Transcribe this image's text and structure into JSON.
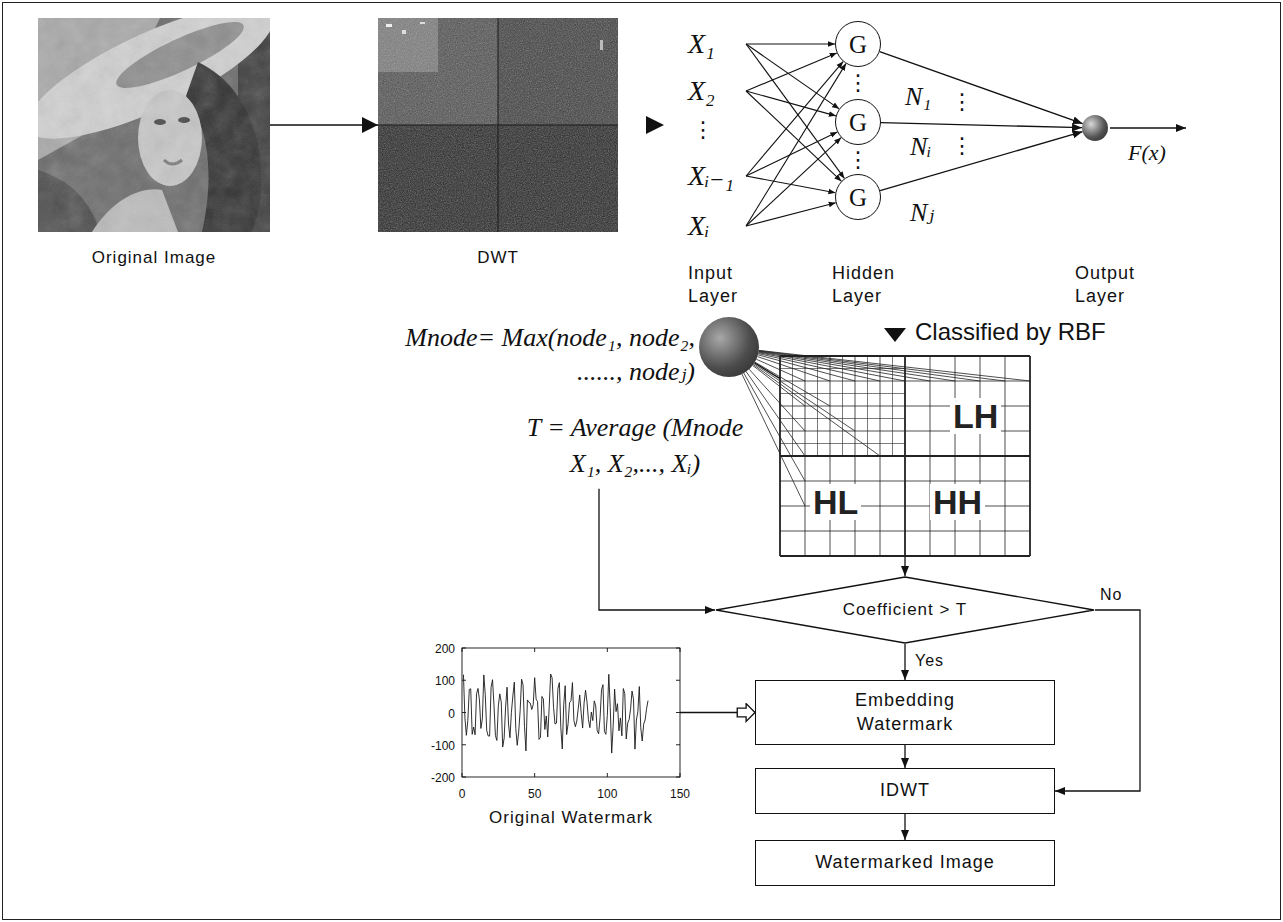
{
  "diagram": {
    "nodes": [
      {
        "text": [
          "Original Image"
        ]
      },
      {
        "text": [
          "DWT"
        ]
      },
      {
        "text": [
          "G"
        ]
      },
      {
        "text": [
          "G"
        ]
      },
      {
        "text": [
          "G"
        ]
      },
      {
        "text": [
          "F(x)"
        ]
      },
      {
        "text": [
          "Mnode= Max(node₁, node₂, ......, nodeⱼ)"
        ]
      },
      {
        "text": [
          "LH",
          "HL",
          "HH"
        ]
      },
      {
        "text": [
          "Coefficient > T"
        ]
      },
      {
        "text": [
          "Original Watermark"
        ]
      },
      {
        "text": [
          "Embedding Watermark"
        ]
      },
      {
        "text": [
          "IDWT"
        ]
      },
      {
        "text": [
          "Watermarked Image"
        ]
      }
    ],
    "edges": [
      {
        "from": 0,
        "to": 1,
        "arrow": "to"
      },
      {
        "from": 2,
        "to": 5,
        "arrow": "to",
        "label": "N₁"
      },
      {
        "from": 3,
        "to": 5,
        "arrow": "to",
        "label": "Nᵢ"
      },
      {
        "from": 4,
        "to": 5,
        "arrow": "to",
        "label": "Nⱼ"
      },
      {
        "from": 7,
        "to": 6,
        "arrow": "none"
      },
      {
        "from": 7,
        "to": 8,
        "arrow": "to"
      },
      {
        "from": 8,
        "to": 10,
        "arrow": "to",
        "label": "Yes"
      },
      {
        "from": 8,
        "to": 11,
        "arrow": "to",
        "label": "No"
      },
      {
        "from": 9,
        "to": 10,
        "arrow": "to"
      },
      {
        "from": 10,
        "to": 11,
        "arrow": "to"
      },
      {
        "from": 11,
        "to": 12,
        "arrow": "to"
      }
    ],
    "labels": [
      "X₁",
      "X₂",
      "⋮",
      "Xᵢ₋₁",
      "Xᵢ",
      "⋮",
      "⋮",
      "⋮",
      "⋮",
      "Input Layer",
      "Hidden Layer",
      "Output Layer",
      "Classified by RBF",
      "T = Average (Mnode X₁, X₂,..., Xᵢ)",
      "200",
      "100",
      "0",
      "-100",
      "-200",
      "0",
      "50",
      "100",
      "150"
    ]
  }
}
